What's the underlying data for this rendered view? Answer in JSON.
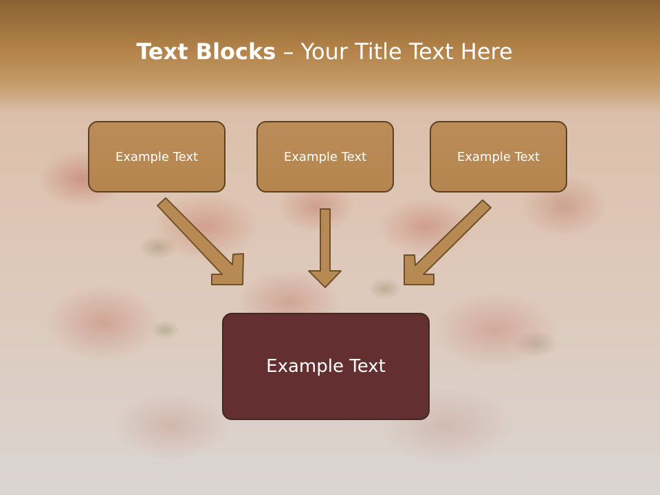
{
  "slide": {
    "title_bold": "Text Blocks",
    "title_dash": " – ",
    "title_rest": "Your Title Text Here",
    "blocks": [
      {
        "label": "Example Text"
      },
      {
        "label": "Example Text"
      },
      {
        "label": "Example Text"
      }
    ],
    "result_block": {
      "label": "Example Text"
    }
  },
  "colors": {
    "header": "#b3834a",
    "block_fill": "#b5854f",
    "block_border": "#5a4220",
    "result_fill": "#642f31",
    "arrow_fill": "#b78a53"
  }
}
